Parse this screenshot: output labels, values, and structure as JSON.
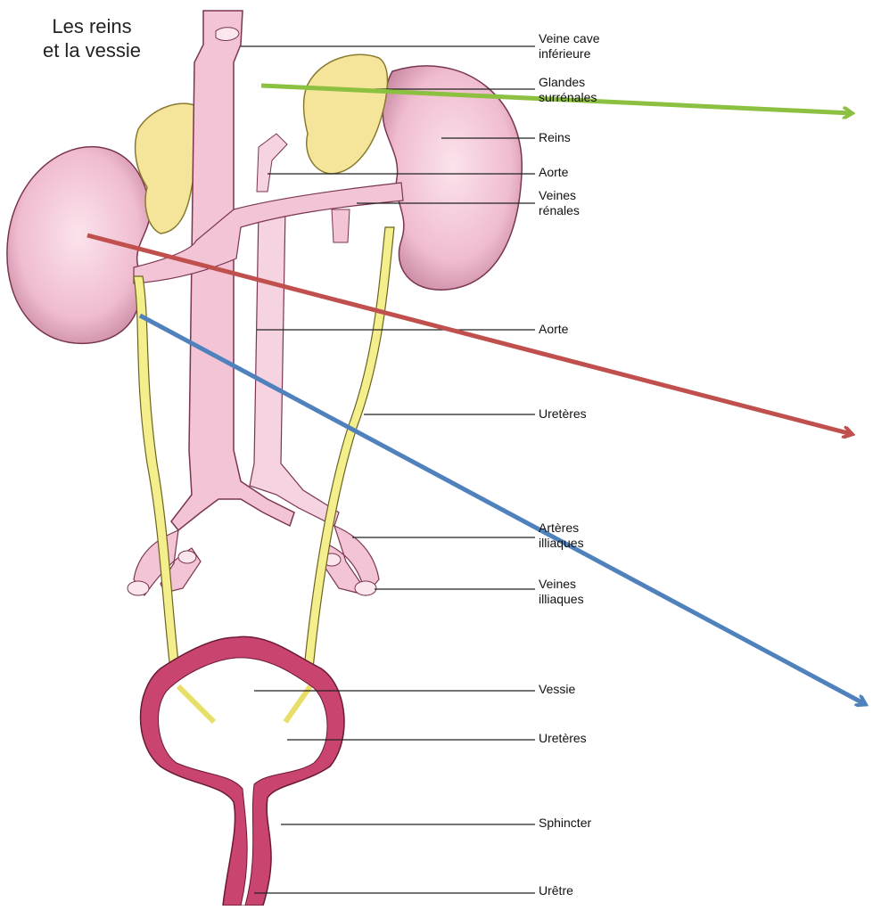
{
  "title": {
    "line1": "Les reins",
    "line2": "et la vessie"
  },
  "labels": {
    "veine_cave": {
      "line1": "Veine cave",
      "line2": "inférieure"
    },
    "glandes": {
      "line1": "Glandes",
      "line2": "surrénales"
    },
    "reins": "Reins",
    "aorte_top": "Aorte",
    "veines_renales": {
      "line1": "Veines",
      "line2": "rénales"
    },
    "aorte_mid": "Aorte",
    "ureteres_top": "Uretères",
    "arteres": {
      "line1": "Artères",
      "line2": "illiaques"
    },
    "veines_illiaques": {
      "line1": "Veines",
      "line2": "illiaques"
    },
    "vessie": "Vessie",
    "ureteres_bottom": "Uretères",
    "sphincter": "Sphincter",
    "uretre": "Urêtre"
  },
  "colors": {
    "vessel": "#f2c4d6",
    "vessel_stroke": "#7a3550",
    "kidney": "#f0bcd0",
    "adrenal": "#f4e59a",
    "ureter": "#f5ee8c",
    "bladder_wall": "#c9446e",
    "arrow_green": "#8cc040",
    "arrow_red": "#c0504d",
    "arrow_blue": "#4f81bd"
  }
}
